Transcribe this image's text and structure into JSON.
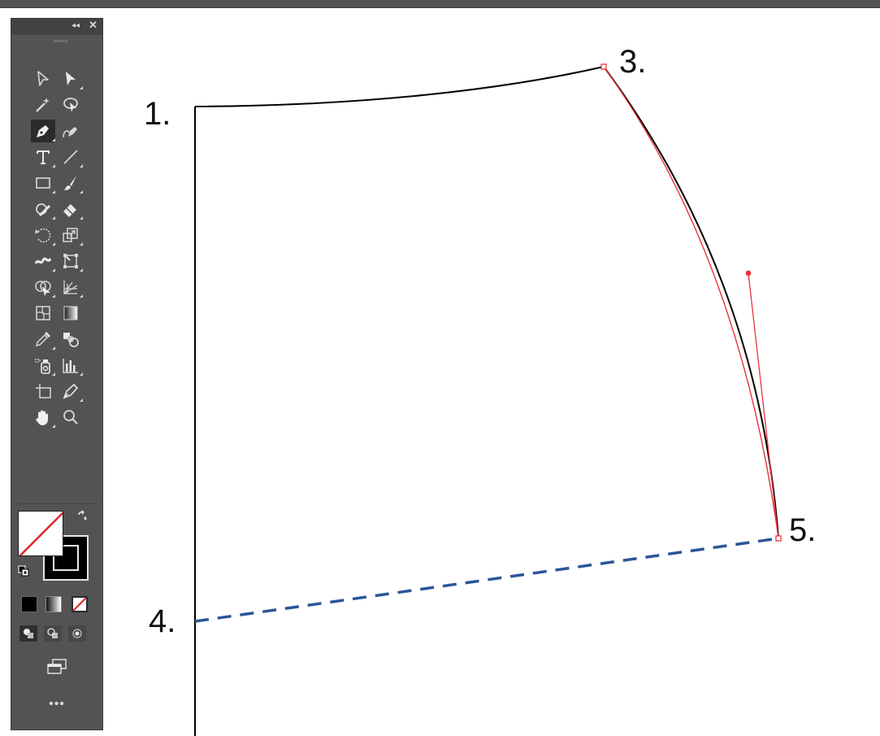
{
  "toolbar": {
    "collapse_glyph": "◂◂",
    "close_glyph": "✕",
    "more_glyph": "•••",
    "tools": [
      {
        "name": "selection-tool",
        "icon": "selection-arrow-icon",
        "active": false
      },
      {
        "name": "direct-selection-tool",
        "icon": "direct-selection-arrow-icon",
        "active": false
      },
      {
        "name": "magic-wand-tool",
        "icon": "magic-wand-icon",
        "active": false
      },
      {
        "name": "lasso-tool",
        "icon": "lasso-icon",
        "active": false
      },
      {
        "name": "pen-tool",
        "icon": "pen-icon",
        "active": true
      },
      {
        "name": "curvature-tool",
        "icon": "curvature-icon",
        "active": false
      },
      {
        "name": "type-tool",
        "icon": "type-icon",
        "active": false
      },
      {
        "name": "line-segment-tool",
        "icon": "line-segment-icon",
        "active": false
      },
      {
        "name": "rectangle-tool",
        "icon": "rectangle-icon",
        "active": false
      },
      {
        "name": "paintbrush-tool",
        "icon": "paintbrush-icon",
        "active": false
      },
      {
        "name": "shaper-tool",
        "icon": "shaper-icon",
        "active": false
      },
      {
        "name": "eraser-tool",
        "icon": "eraser-icon",
        "active": false
      },
      {
        "name": "rotate-tool",
        "icon": "rotate-icon",
        "active": false
      },
      {
        "name": "scale-tool",
        "icon": "scale-icon",
        "active": false
      },
      {
        "name": "width-tool",
        "icon": "width-icon",
        "active": false
      },
      {
        "name": "free-transform-tool",
        "icon": "free-transform-icon",
        "active": false
      },
      {
        "name": "shape-builder-tool",
        "icon": "shape-builder-icon",
        "active": false
      },
      {
        "name": "perspective-grid-tool",
        "icon": "perspective-grid-icon",
        "active": false
      },
      {
        "name": "mesh-tool",
        "icon": "mesh-icon",
        "active": false
      },
      {
        "name": "gradient-tool",
        "icon": "gradient-icon",
        "active": false
      },
      {
        "name": "eyedropper-tool",
        "icon": "eyedropper-icon",
        "active": false
      },
      {
        "name": "blend-tool",
        "icon": "blend-icon",
        "active": false
      },
      {
        "name": "symbol-sprayer-tool",
        "icon": "symbol-sprayer-icon",
        "active": false
      },
      {
        "name": "column-graph-tool",
        "icon": "column-graph-icon",
        "active": false
      },
      {
        "name": "artboard-tool",
        "icon": "artboard-icon",
        "active": false
      },
      {
        "name": "slice-tool",
        "icon": "slice-icon",
        "active": false
      },
      {
        "name": "hand-tool",
        "icon": "hand-icon",
        "active": false
      },
      {
        "name": "zoom-tool",
        "icon": "zoom-icon",
        "active": false
      }
    ],
    "fill_color": "#ffffff",
    "fill_none": true,
    "stroke_color": "#000000",
    "draw_modes": [
      "draw-normal",
      "draw-behind",
      "draw-inside"
    ]
  },
  "canvas": {
    "labels": {
      "p1": "1.",
      "p3": "3.",
      "p4": "4.",
      "p5": "5."
    },
    "colors": {
      "path": "#000000",
      "selected_path": "#e8343c",
      "guide_dashed": "#2c5599"
    }
  }
}
